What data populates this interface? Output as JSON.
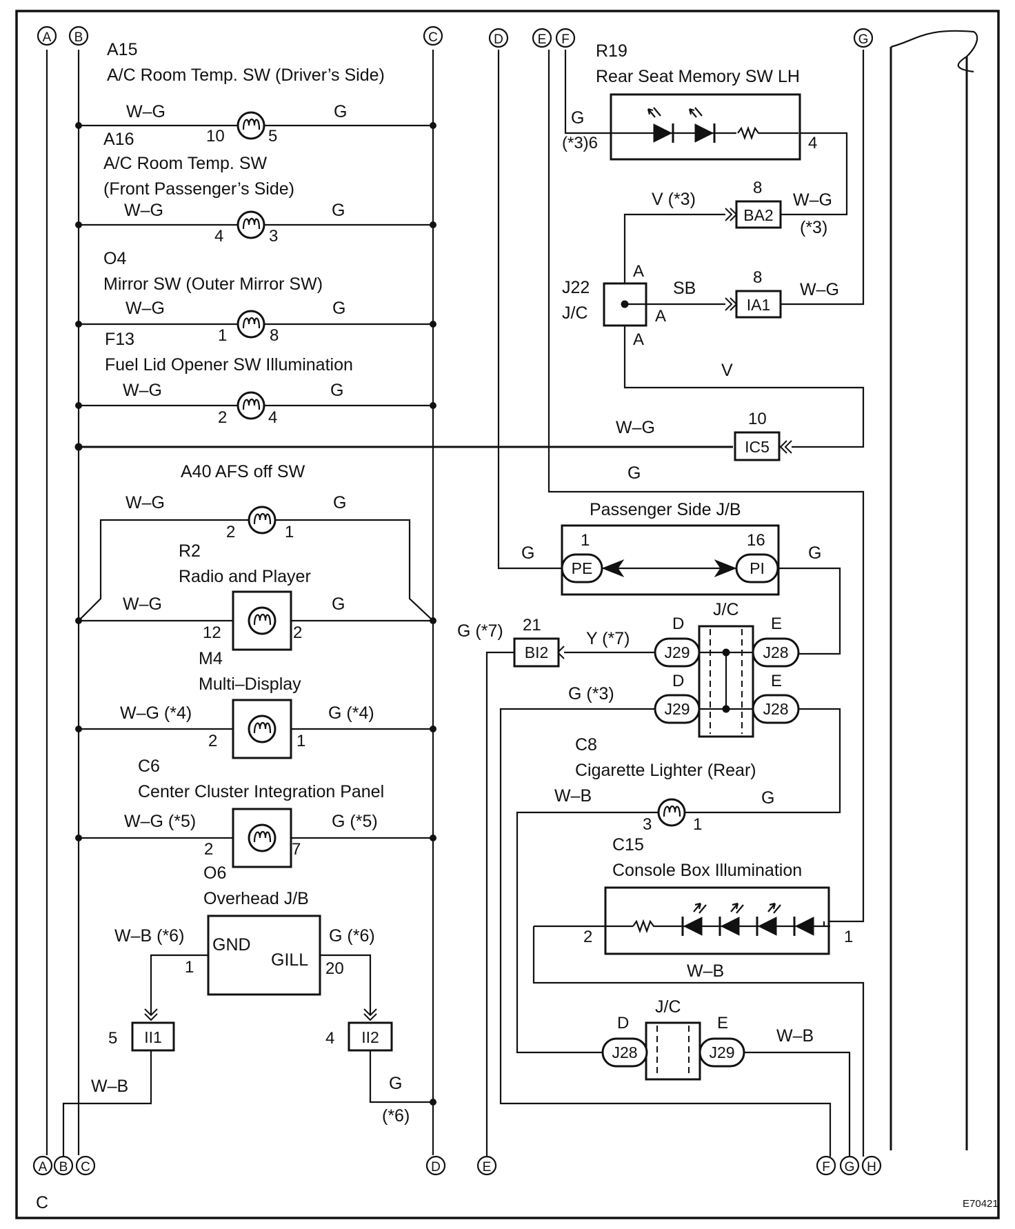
{
  "page": {
    "corner_label": "C",
    "figure_id": "E70421"
  },
  "connectors": {
    "top": {
      "A": "A",
      "B": "B",
      "C": "C",
      "D": "D",
      "E": "E",
      "F": "F",
      "G": "G"
    },
    "bottom": {
      "A": "A",
      "B": "B",
      "C": "C",
      "D": "D",
      "E": "E",
      "F": "F",
      "G": "G",
      "H": "H"
    }
  },
  "components": {
    "a15": {
      "code": "A15",
      "name": "A/C Room Temp. SW (Driver’s Side)",
      "wire_left": "W–G",
      "wire_right": "G",
      "pin_left": "10",
      "pin_right": "5"
    },
    "a16": {
      "code": "A16",
      "name": "A/C Room Temp. SW",
      "name2": "(Front Passenger’s Side)",
      "wire_left": "W–G",
      "wire_right": "G",
      "pin_left": "4",
      "pin_right": "3"
    },
    "o4": {
      "code": "O4",
      "name": "Mirror SW (Outer Mirror SW)",
      "wire_left": "W–G",
      "wire_right": "G",
      "pin_left": "1",
      "pin_right": "8"
    },
    "f13": {
      "code": "F13",
      "name": "Fuel Lid Opener SW Illumination",
      "wire_left": "W–G",
      "wire_right": "G",
      "pin_left": "2",
      "pin_right": "4"
    },
    "a40": {
      "title": "A40 AFS off SW",
      "wire_left": "W–G",
      "wire_right": "G",
      "pin_left": "2",
      "pin_right": "1"
    },
    "r2": {
      "code": "R2",
      "name": "Radio and Player",
      "wire_left": "W–G",
      "wire_right": "G",
      "pin_left": "12",
      "pin_right": "2"
    },
    "m4": {
      "code": "M4",
      "name": "Multi–Display",
      "wire_left": "W–G (*4)",
      "wire_right": "G (*4)",
      "pin_left": "2",
      "pin_right": "1"
    },
    "c6": {
      "code": "C6",
      "name": "Center Cluster Integration Panel",
      "wire_left": "W–G (*5)",
      "wire_right": "G (*5)",
      "pin_left": "2",
      "pin_right": "7"
    },
    "o6": {
      "code": "O6",
      "name": "Overhead J/B",
      "terminal_left": "GND",
      "terminal_right": "GILL",
      "wire_left": "W–B (*6)",
      "wire_right": "G (*6)",
      "pin_left": "1",
      "pin_right": "20"
    },
    "ii1": {
      "label": "II1",
      "pin": "5",
      "wire": "W–B"
    },
    "ii2": {
      "label": "II2",
      "pin": "4",
      "wire": "G",
      "note": "(*6)"
    },
    "r19": {
      "code": "R19",
      "name": "Rear Seat Memory SW LH",
      "wire_left": "G",
      "pin_left": "(*3)6",
      "pin_right": "4"
    },
    "ba2": {
      "label": "BA2",
      "pin": "8",
      "wire_left": "V (*3)",
      "wire_right": "W–G",
      "note": "(*3)"
    },
    "j22": {
      "code": "J22",
      "name": "J/C",
      "pin_top": "A",
      "pin_right": "A",
      "pin_bottom": "A"
    },
    "ia1": {
      "label": "IA1",
      "pin": "8",
      "wire_left": "SB",
      "wire_right": "W–G"
    },
    "v_wire": "V",
    "ic5": {
      "label": "IC5",
      "pin": "10",
      "wire": "W–G"
    },
    "g_wire": "G",
    "pjb": {
      "title": "Passenger Side J/B",
      "left_label": "PE",
      "right_label": "PI",
      "pin_left": "1",
      "pin_right": "16",
      "wire_left": "G",
      "wire_right": "G"
    },
    "jc1": {
      "title": "J/C",
      "t_left_top": "J29",
      "t_right_top": "J28",
      "t_left_bot": "J29",
      "t_right_bot": "J28",
      "pin_lt": "D",
      "pin_rt": "E",
      "pin_lb": "D",
      "pin_rb": "E",
      "wire_y": "Y (*7)",
      "wire_g3": "G (*3)"
    },
    "bi2": {
      "label": "BI2",
      "pin": "21",
      "wire": "G (*7)"
    },
    "c8": {
      "code": "C8",
      "name": "Cigarette Lighter (Rear)",
      "wire_left": "W–B",
      "wire_right": "G",
      "pin_left": "3",
      "pin_right": "1"
    },
    "c15": {
      "code": "C15",
      "name": "Console Box Illumination",
      "pin_left": "2",
      "pin_right": "1",
      "wire_below": "W–B"
    },
    "jc2": {
      "title": "J/C",
      "t_left": "J28",
      "t_right": "J29",
      "pin_left": "D",
      "pin_right": "E",
      "wire_right": "W–B"
    }
  }
}
